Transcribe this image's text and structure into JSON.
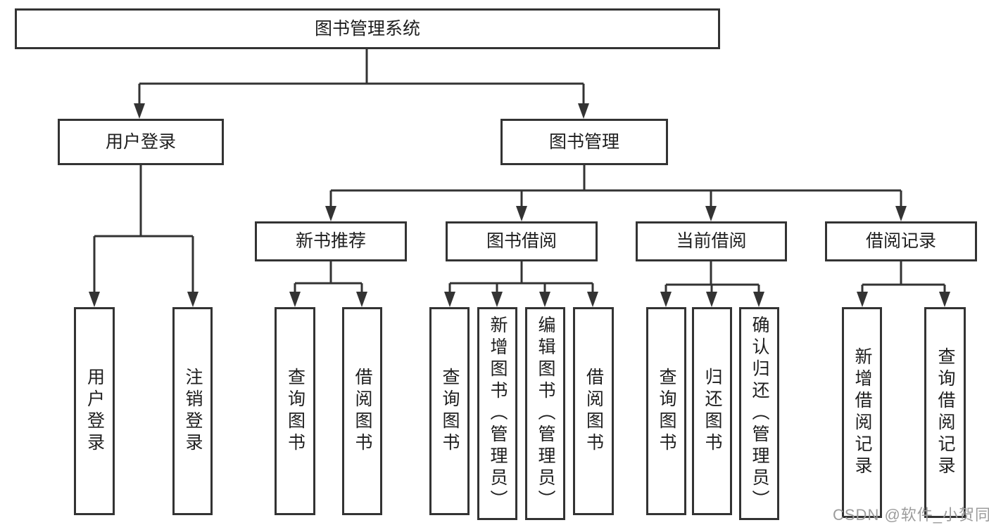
{
  "colors": {
    "line": "#333333",
    "box_border": "#333333",
    "box_fill": "#ffffff",
    "text": "#1e1e1e",
    "watermark_text": "#9c9c9c",
    "background": "#ffffff"
  },
  "root": {
    "label": "图书管理系统"
  },
  "branches": {
    "user_login": {
      "label": "用户登录",
      "children": [
        {
          "label": "用户登录"
        },
        {
          "label": "注销登录"
        }
      ]
    },
    "book_management": {
      "label": "图书管理",
      "children": [
        {
          "label": "新书推荐",
          "children": [
            {
              "label": "查询图书"
            },
            {
              "label": "借阅图书"
            }
          ]
        },
        {
          "label": "图书借阅",
          "children": [
            {
              "label": "查询图书"
            },
            {
              "label": "新增图书（管理员）"
            },
            {
              "label": "编辑图书（管理员）"
            },
            {
              "label": "借阅图书"
            }
          ]
        },
        {
          "label": "当前借阅",
          "children": [
            {
              "label": "查询图书"
            },
            {
              "label": "归还图书"
            },
            {
              "label": "确认归还（管理员）"
            }
          ]
        },
        {
          "label": "借阅记录",
          "children": [
            {
              "label": "新增借阅记录"
            },
            {
              "label": "查询借阅记录"
            }
          ]
        }
      ]
    }
  },
  "watermark": {
    "text": "CSDN @软件_小贺同学"
  }
}
